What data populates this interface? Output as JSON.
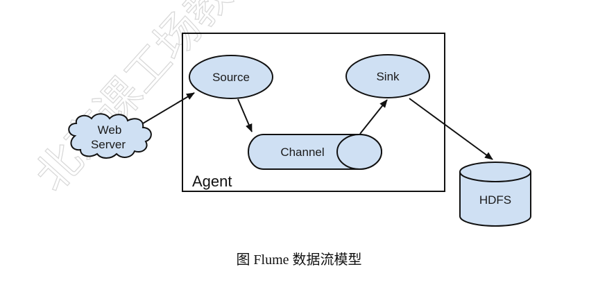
{
  "diagram": {
    "watermark": "北京课工场教育",
    "agent_label": "Agent",
    "nodes": {
      "web_server_line1": "Web",
      "web_server_line2": "Server",
      "source": "Source",
      "channel": "Channel",
      "sink": "Sink",
      "hdfs": "HDFS"
    },
    "colors": {
      "node_fill": "#cfe0f3",
      "stroke": "#111111"
    }
  },
  "caption": "图 Flume 数据流模型"
}
